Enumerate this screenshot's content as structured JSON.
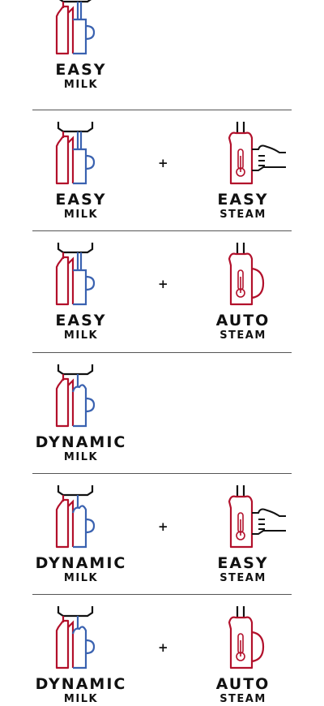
{
  "colors": {
    "red": "#b2102b",
    "blue": "#3a62b0",
    "line": "#555555",
    "text": "#111111"
  },
  "plus": "+",
  "rows": [
    {
      "milk": {
        "name": "EASY",
        "sub": "MILK",
        "icon": "easy-milk-icon"
      }
    },
    {
      "milk": {
        "name": "EASY",
        "sub": "MILK",
        "icon": "easy-milk-icon"
      },
      "steam": {
        "name": "EASY",
        "sub": "STEAM",
        "icon": "easy-steam-icon"
      }
    },
    {
      "milk": {
        "name": "EASY",
        "sub": "MILK",
        "icon": "easy-milk-icon"
      },
      "steam": {
        "name": "AUTO",
        "sub": "STEAM",
        "icon": "auto-steam-icon"
      }
    },
    {
      "milk": {
        "name": "DYNAMIC",
        "sub": "MILK",
        "icon": "dynamic-milk-icon"
      }
    },
    {
      "milk": {
        "name": "DYNAMIC",
        "sub": "MILK",
        "icon": "dynamic-milk-icon"
      },
      "steam": {
        "name": "EASY",
        "sub": "STEAM",
        "icon": "easy-steam-icon"
      }
    },
    {
      "milk": {
        "name": "DYNAMIC",
        "sub": "MILK",
        "icon": "dynamic-milk-icon"
      },
      "steam": {
        "name": "AUTO",
        "sub": "STEAM",
        "icon": "auto-steam-icon"
      }
    }
  ]
}
